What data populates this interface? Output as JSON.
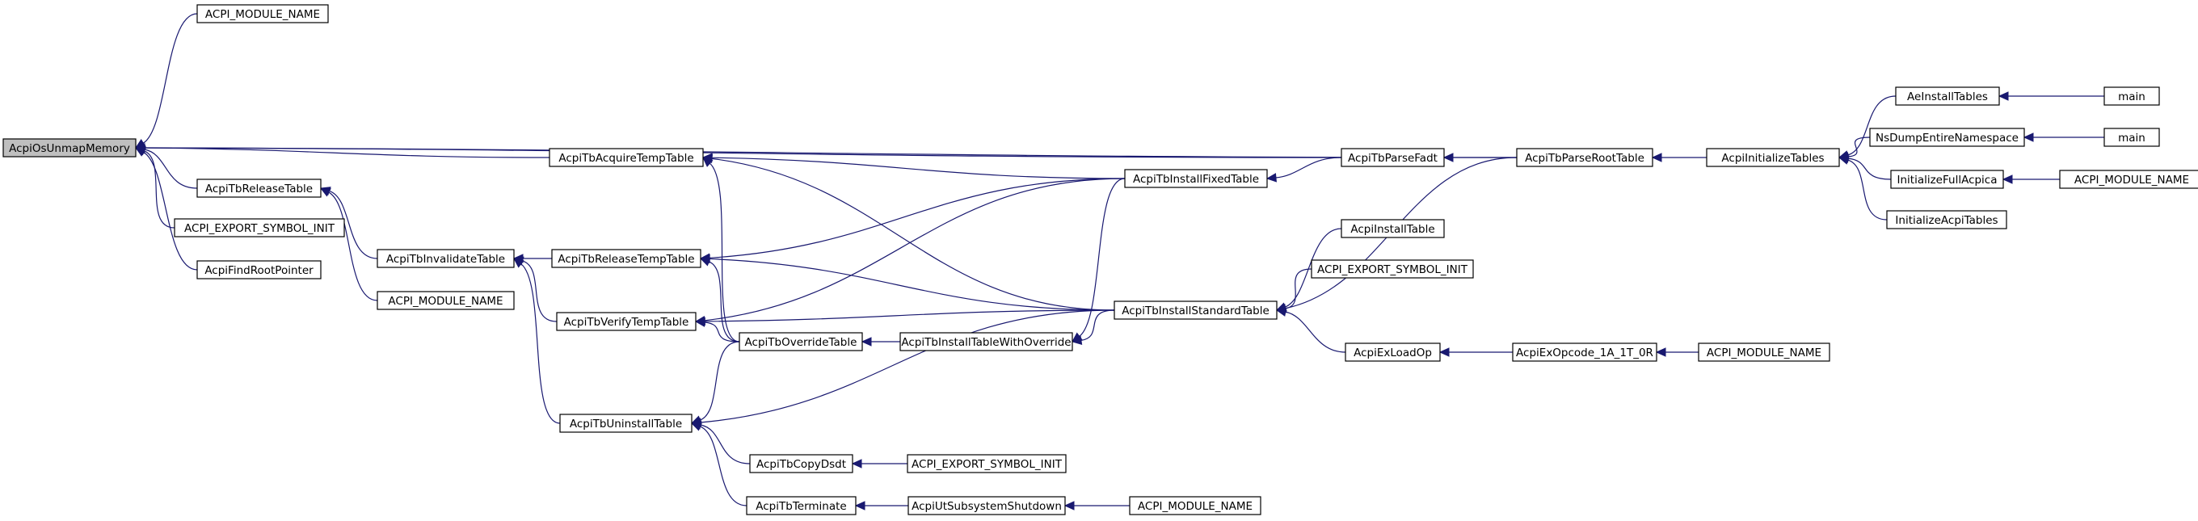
{
  "graph": {
    "root": "n0",
    "nodes": [
      {
        "id": "n0",
        "label": "AcpiOsUnmapMemory"
      },
      {
        "id": "n1",
        "label": "ACPI_MODULE_NAME"
      },
      {
        "id": "n2",
        "label": "AcpiTbReleaseTable"
      },
      {
        "id": "n3",
        "label": "ACPI_EXPORT_SYMBOL_INIT"
      },
      {
        "id": "n4",
        "label": "AcpiFindRootPointer"
      },
      {
        "id": "n5",
        "label": "AcpiTbAcquireTempTable"
      },
      {
        "id": "n6",
        "label": "AcpiTbInvalidateTable"
      },
      {
        "id": "n7",
        "label": "ACPI_MODULE_NAME"
      },
      {
        "id": "n8",
        "label": "AcpiTbReleaseTempTable"
      },
      {
        "id": "n9",
        "label": "AcpiTbVerifyTempTable"
      },
      {
        "id": "n10",
        "label": "AcpiTbUninstallTable"
      },
      {
        "id": "n11",
        "label": "AcpiTbOverrideTable"
      },
      {
        "id": "n12",
        "label": "AcpiTbCopyDsdt"
      },
      {
        "id": "n13",
        "label": "AcpiTbTerminate"
      },
      {
        "id": "n14",
        "label": "AcpiTbInstallTableWithOverride"
      },
      {
        "id": "n15",
        "label": "ACPI_EXPORT_SYMBOL_INIT"
      },
      {
        "id": "n16",
        "label": "AcpiUtSubsystemShutdown"
      },
      {
        "id": "n17",
        "label": "AcpiTbInstallFixedTable"
      },
      {
        "id": "n18",
        "label": "AcpiTbInstallStandardTable"
      },
      {
        "id": "n19",
        "label": "ACPI_MODULE_NAME"
      },
      {
        "id": "n20",
        "label": "AcpiTbParseFadt"
      },
      {
        "id": "n21",
        "label": "AcpiInstallTable"
      },
      {
        "id": "n22",
        "label": "ACPI_EXPORT_SYMBOL_INIT"
      },
      {
        "id": "n23",
        "label": "AcpiExLoadOp"
      },
      {
        "id": "n24",
        "label": "AcpiTbParseRootTable"
      },
      {
        "id": "n25",
        "label": "AcpiExOpcode_1A_1T_0R"
      },
      {
        "id": "n26",
        "label": "AcpiInitializeTables"
      },
      {
        "id": "n27",
        "label": "ACPI_MODULE_NAME"
      },
      {
        "id": "n28",
        "label": "AeInstallTables"
      },
      {
        "id": "n29",
        "label": "NsDumpEntireNamespace"
      },
      {
        "id": "n30",
        "label": "InitializeFullAcpica"
      },
      {
        "id": "n31",
        "label": "InitializeAcpiTables"
      },
      {
        "id": "n32",
        "label": "main"
      },
      {
        "id": "n33",
        "label": "main"
      },
      {
        "id": "n34",
        "label": "ACPI_MODULE_NAME"
      }
    ],
    "edges": [
      [
        "n1",
        "n0"
      ],
      [
        "n2",
        "n0"
      ],
      [
        "n3",
        "n0"
      ],
      [
        "n4",
        "n0"
      ],
      [
        "n5",
        "n0"
      ],
      [
        "n20",
        "n0"
      ],
      [
        "n24",
        "n0"
      ],
      [
        "n6",
        "n2"
      ],
      [
        "n7",
        "n2"
      ],
      [
        "n8",
        "n6"
      ],
      [
        "n9",
        "n6"
      ],
      [
        "n10",
        "n6"
      ],
      [
        "n17",
        "n5"
      ],
      [
        "n11",
        "n5"
      ],
      [
        "n18",
        "n5"
      ],
      [
        "n17",
        "n8"
      ],
      [
        "n11",
        "n8"
      ],
      [
        "n18",
        "n8"
      ],
      [
        "n11",
        "n9"
      ],
      [
        "n17",
        "n9"
      ],
      [
        "n18",
        "n9"
      ],
      [
        "n11",
        "n10"
      ],
      [
        "n18",
        "n10"
      ],
      [
        "n12",
        "n10"
      ],
      [
        "n13",
        "n10"
      ],
      [
        "n14",
        "n11"
      ],
      [
        "n15",
        "n12"
      ],
      [
        "n16",
        "n13"
      ],
      [
        "n19",
        "n16"
      ],
      [
        "n17",
        "n14"
      ],
      [
        "n18",
        "n14"
      ],
      [
        "n20",
        "n17"
      ],
      [
        "n24",
        "n20"
      ],
      [
        "n21",
        "n18"
      ],
      [
        "n22",
        "n18"
      ],
      [
        "n23",
        "n18"
      ],
      [
        "n24",
        "n18"
      ],
      [
        "n25",
        "n23"
      ],
      [
        "n27",
        "n25"
      ],
      [
        "n26",
        "n24"
      ],
      [
        "n28",
        "n26"
      ],
      [
        "n29",
        "n26"
      ],
      [
        "n30",
        "n26"
      ],
      [
        "n31",
        "n26"
      ],
      [
        "n32",
        "n28"
      ],
      [
        "n33",
        "n29"
      ],
      [
        "n34",
        "n30"
      ]
    ]
  }
}
